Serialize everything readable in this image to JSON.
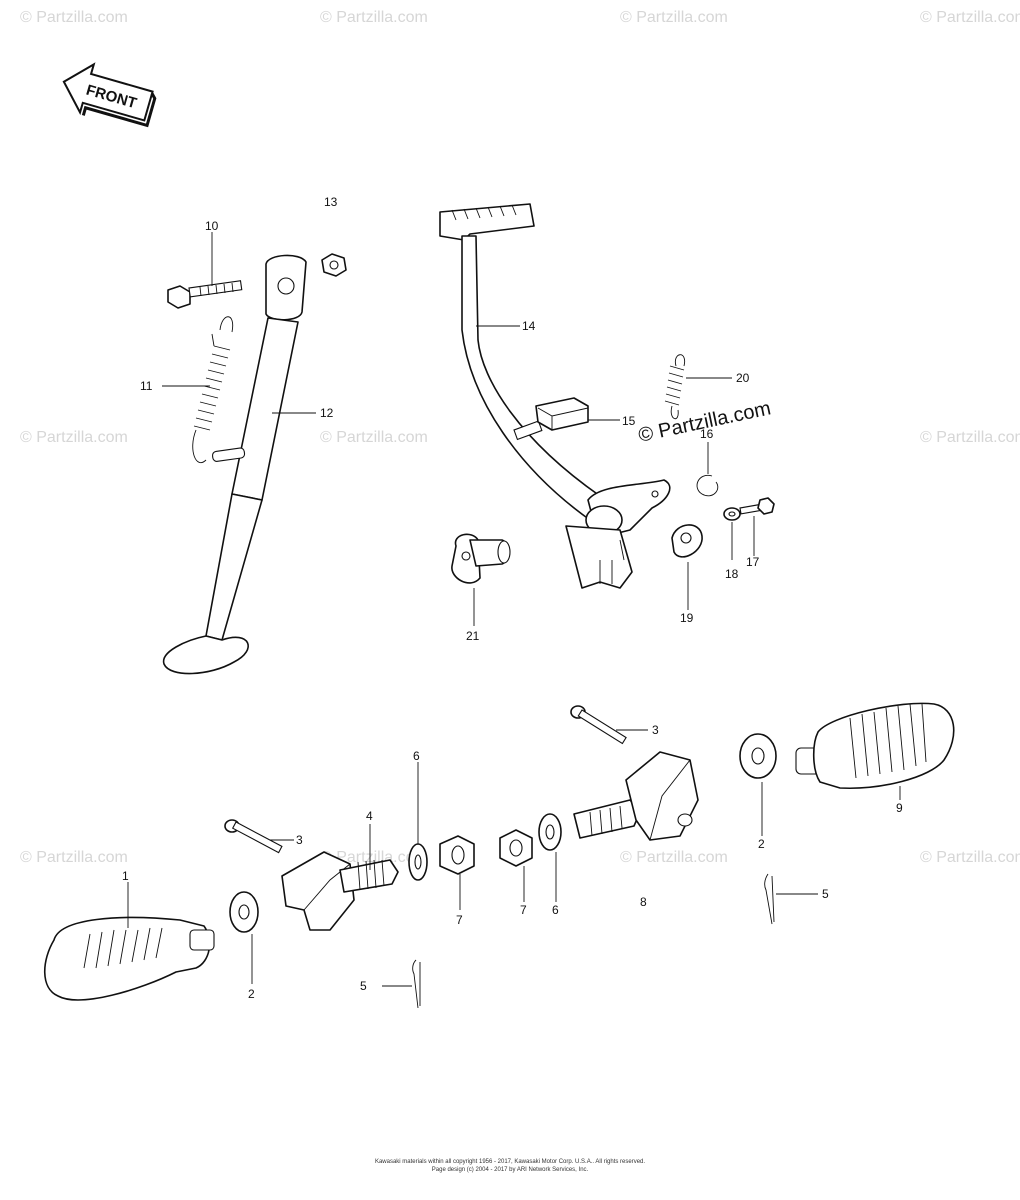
{
  "front_label": "FRONT",
  "watermark": "© Partzilla.com",
  "callouts": {
    "c1": "1",
    "c2a": "2",
    "c2b": "2",
    "c3a": "3",
    "c3b": "3",
    "c4": "4",
    "c5a": "5",
    "c5b": "5",
    "c6a": "6",
    "c6b": "6",
    "c7a": "7",
    "c7b": "7",
    "c8": "8",
    "c9": "9",
    "c10": "10",
    "c11": "11",
    "c12": "12",
    "c13": "13",
    "c14": "14",
    "c15": "15",
    "c16": "16",
    "c17": "17",
    "c18": "18",
    "c19": "19",
    "c20": "20",
    "c21": "21"
  },
  "footer": {
    "line1": "Kawasaki materials within all copyright 1956 - 2017, Kawasaki Motor Corp. U.S.A.. All rights reserved.",
    "line2": "Page design (c) 2004 - 2017 by ARI Network Services, Inc."
  }
}
